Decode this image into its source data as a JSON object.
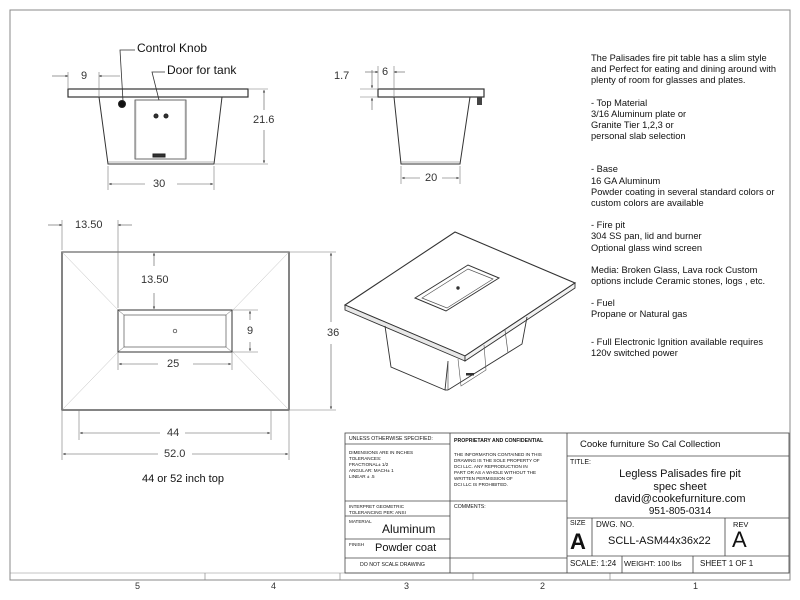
{
  "callouts": {
    "control_knob": "Control Knob",
    "door_for_tank": "Door for tank"
  },
  "front_view": {
    "dim_9": "9",
    "dim_216": "21.6",
    "dim_30": "30"
  },
  "side_view": {
    "dim_17": "1.7",
    "dim_6": "6",
    "dim_20": "20"
  },
  "top_view": {
    "dim_1350_top": "13.50",
    "dim_1350_inner": "13.50",
    "dim_9": "9",
    "dim_25": "25",
    "dim_36": "36",
    "dim_44": "44",
    "dim_520": "52.0",
    "caption": "44 or 52 inch top"
  },
  "notes": {
    "intro": "The Palisades fire pit table has a slim style and Perfect for eating and dining around with plenty of room for glasses and plates.",
    "top_heading": "- Top Material",
    "top_l1": "3/16 Aluminum plate or",
    "top_l2": "Granite Tier 1,2,3 or",
    "top_l3": "personal slab selection",
    "base_heading": "- Base",
    "base_l1": "16 GA Aluminum",
    "base_l2": "Powder coating in several standard colors or custom colors are available",
    "firepit_heading": "- Fire pit",
    "firepit_l1": "304 SS pan, lid and burner",
    "firepit_l2": "Optional glass wind screen",
    "media": "Media: Broken Glass, Lava rock Custom options include Ceramic stones, logs , etc.",
    "fuel_heading": "- Fuel",
    "fuel_l1": "Propane or Natural gas",
    "ignition": "-  Full Electronic Ignition available requires 120v switched power"
  },
  "title_block": {
    "unless": "UNLESS OTHERWISE SPECIFIED:",
    "dims_l1": "DIMENSIONS ARE IN INCHES",
    "dims_l2": "TOLERANCES:",
    "dims_l3": "FRACTIONAL± 1/2",
    "dims_l4": "ANGULAR: MACH± 1",
    "dims_l5": "LINEAR    ± .5",
    "interpret_l1": "INTERPRET GEOMETRIC",
    "interpret_l2": "TOLERANCING PER: ANSI",
    "material_label": "MATERIAL",
    "material_value": "Aluminum",
    "finish_label": "FINISH",
    "finish_value": "Powder coat",
    "do_not_scale": "DO NOT SCALE DRAWING",
    "proprietary_heading": "PROPRIETARY AND CONFIDENTIAL",
    "prop_l1": "THE INFORMATION CONTAINED IN THIS",
    "prop_l2": "DRAWING IS THE SOLE PROPERTY OF",
    "prop_l3": "DCI LLC.  ANY REPRODUCTION IN",
    "prop_l4": "PART OR AS A WHOLE WITHOUT THE",
    "prop_l5": "WRITTEN PERMISSION OF",
    "prop_l6": "DCI LLC IS PROHIBITED.",
    "comments": "COMMENTS:",
    "company": "Cooke furniture So Cal Collection",
    "title_label": "TITLE:",
    "title_l1": "Legless Palisades fire pit",
    "title_l2": "spec sheet",
    "title_l3": "david@cookefurniture.com",
    "title_l4": "951-805-0314",
    "size_label": "SIZE",
    "size_value": "A",
    "dwg_label": "DWG.  NO.",
    "dwg_value": "SCLL-ASM44x36x22",
    "rev_label": "REV",
    "rev_value": "A",
    "scale": "SCALE: 1:24",
    "weight": "WEIGHT: 100 lbs",
    "sheet": "SHEET 1 OF 1"
  },
  "zones": {
    "z5": "5",
    "z4": "4",
    "z3": "3",
    "z2": "2",
    "z1": "1"
  }
}
